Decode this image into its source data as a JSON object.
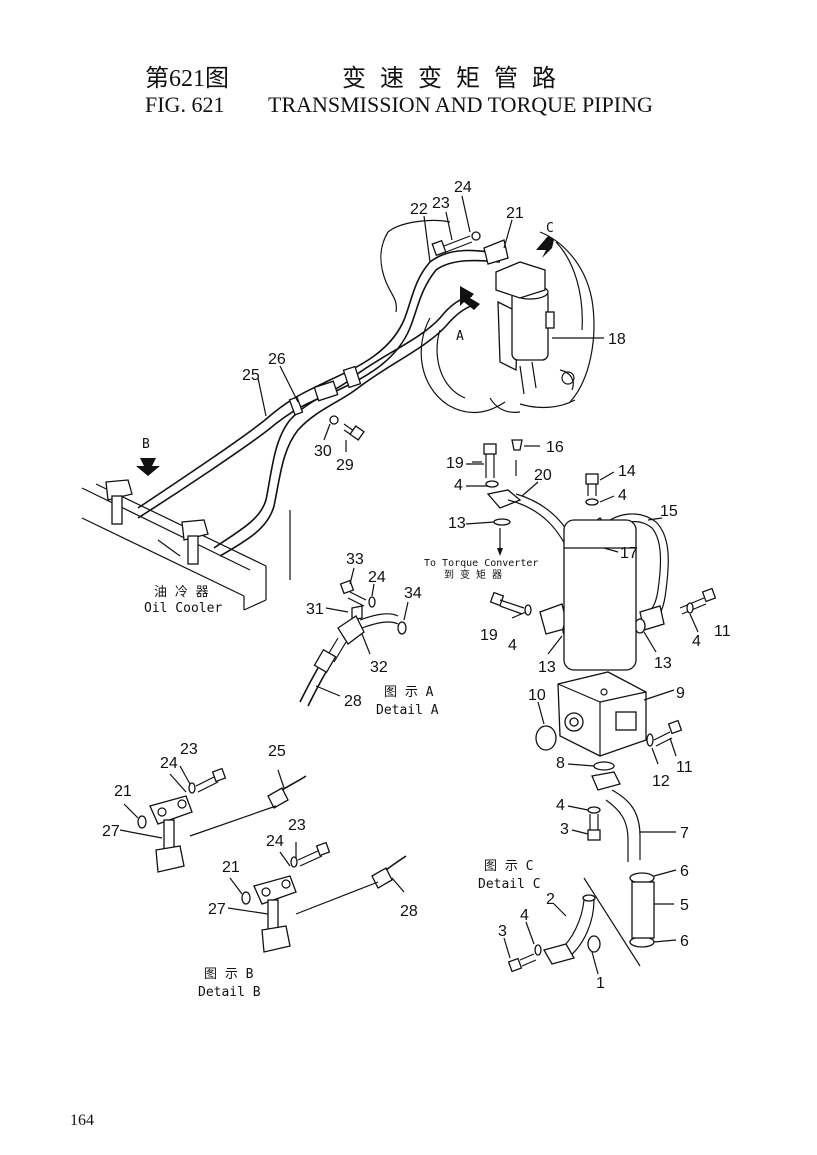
{
  "header": {
    "fig_cn": "第621图",
    "title_cn": "变速变矩管路",
    "fig_en": "FIG. 621",
    "title_en": "TRANSMISSION AND TORQUE PIPING"
  },
  "page_number": "164",
  "callouts": {
    "c1": "1",
    "c2": "2",
    "c3": "3",
    "c3b": "3",
    "c4a": "4",
    "c4b": "4",
    "c4c": "4",
    "c4d": "4",
    "c4e": "4",
    "c4f": "4",
    "c5": "5",
    "c6a": "6",
    "c6b": "6",
    "c7": "7",
    "c8": "8",
    "c9": "9",
    "c10": "10",
    "c11a": "11",
    "c11b": "11",
    "c12": "12",
    "c13a": "13",
    "c13b": "13",
    "c13c": "13",
    "c14": "14",
    "c15": "15",
    "c16": "16",
    "c17": "17",
    "c18": "18",
    "c19a": "19",
    "c19b": "19",
    "c20": "20",
    "c21a": "21",
    "c21b": "21",
    "c21c": "21",
    "c22": "22",
    "c23a": "23",
    "c23b": "23",
    "c23c": "23",
    "c24a": "24",
    "c24b": "24",
    "c24c": "24",
    "c24d": "24",
    "c25a": "25",
    "c25b": "25",
    "c26": "26",
    "c27a": "27",
    "c27b": "27",
    "c28a": "28",
    "c28b": "28",
    "c29": "29",
    "c30": "30",
    "c31": "31",
    "c32": "32",
    "c33": "33",
    "c34": "34"
  },
  "view_markers": {
    "a": "A",
    "b": "B",
    "c": "C"
  },
  "oil_cooler": {
    "cn": "油 冷 器",
    "en": "Oil Cooler"
  },
  "torque_converter": {
    "en": "To Torque Converter",
    "cn": "到 变 矩 器"
  },
  "details": {
    "a": {
      "cn": "图 示 A",
      "en": "Detail A"
    },
    "b": {
      "cn": "图 示 B",
      "en": "Detail B"
    },
    "c": {
      "cn": "图 示 C",
      "en": "Detail C"
    }
  }
}
